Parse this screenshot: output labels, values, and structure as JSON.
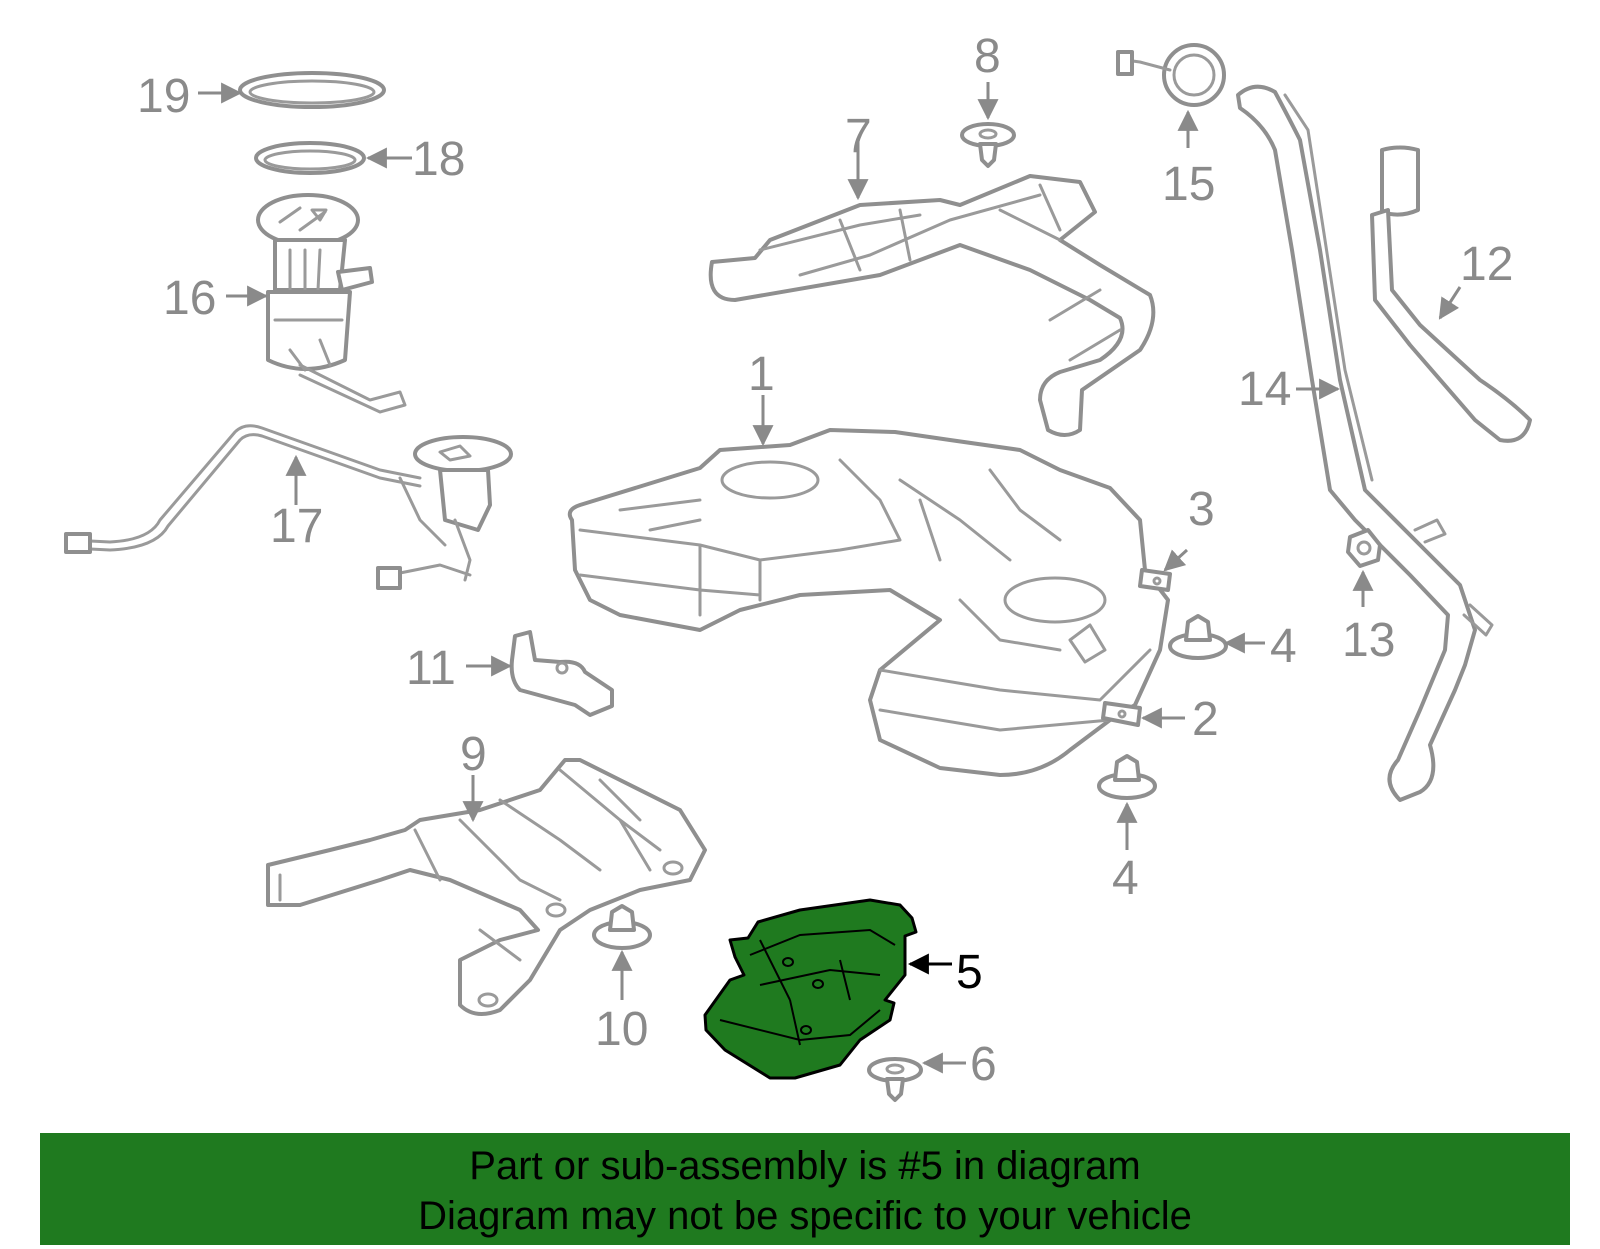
{
  "diagram": {
    "callouts": {
      "c1": "1",
      "c2": "2",
      "c3": "3",
      "c4a": "4",
      "c4b": "4",
      "c5": "5",
      "c6": "6",
      "c7": "7",
      "c8": "8",
      "c9": "9",
      "c10": "10",
      "c11": "11",
      "c12": "12",
      "c13": "13",
      "c14": "14",
      "c15": "15",
      "c16": "16",
      "c17": "17",
      "c18": "18",
      "c19": "19"
    },
    "highlight_color": "#1f7a1f",
    "line_color": "#8f8f8f"
  },
  "banner": {
    "line1": "Part or sub-assembly is #5 in diagram",
    "line2": "Diagram may not be specific to your vehicle",
    "color": "#1f7a1f"
  }
}
